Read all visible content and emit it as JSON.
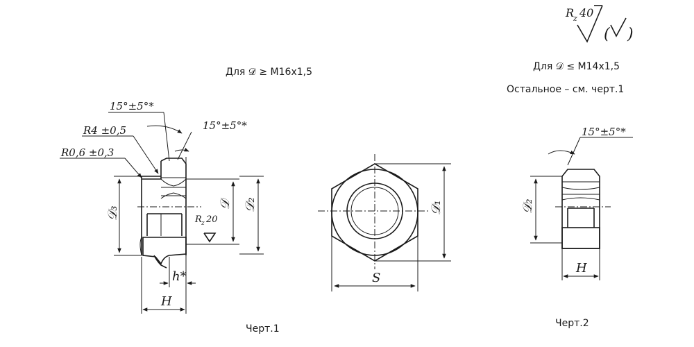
{
  "roughness": {
    "main_symbol_param": "R",
    "main_symbol_sub": "z",
    "main_symbol_value": "40",
    "bracket_open": "(",
    "bracket_close": ")",
    "local_symbol_param": "R",
    "local_symbol_sub": "z",
    "local_symbol_value": "20"
  },
  "headers": {
    "left_caption": "Для 𝒟 ≥ М16x1,5",
    "right_caption": "Для 𝒟 ≤ М14x1,5",
    "right_note": "Остальное – см. черт.1"
  },
  "fig1": {
    "chamfer_angle_top": "15°±5°*",
    "chamfer_angle_right": "15°±5°*",
    "radius_outer": "R4 ±0,5",
    "radius_inner": "R0,6 ±0,3",
    "dim_d3": "𝒟₃",
    "dim_d": "𝒟",
    "dim_d2": "𝒟₂",
    "dim_h_small": "h*",
    "dim_H": "H",
    "caption": "Черт.1"
  },
  "hex_view": {
    "dim_d1": "𝒟₁",
    "dim_s": "S"
  },
  "fig2": {
    "chamfer_angle": "15°±5°*",
    "dim_d2": "𝒟₂",
    "dim_H": "H",
    "caption": "Черт.2"
  }
}
